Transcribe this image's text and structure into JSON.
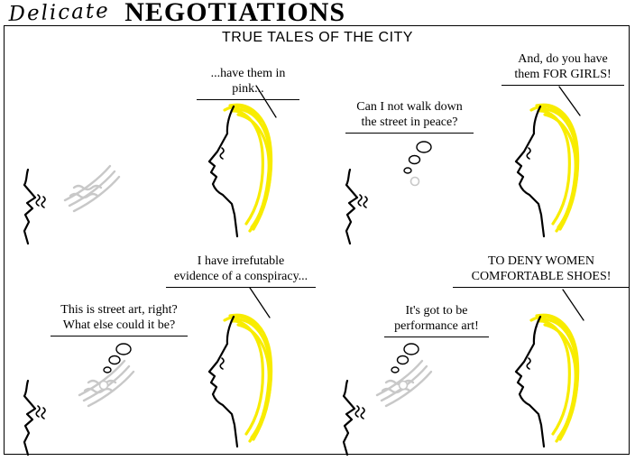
{
  "title": {
    "script": "Delicate",
    "main": "NEGOTIATIONS"
  },
  "subtitle": "TRUE TALES OF THE CITY",
  "panels": {
    "top_left": {
      "speech": "...have them in pink..."
    },
    "top_right": {
      "thought": "Can I not walk down\nthe street in peace?",
      "speech": "And, do you have\nthem FOR GIRLS!"
    },
    "bottom_left": {
      "speech": "I have irrefutable\nevidence of a conspiracy...",
      "thought": "This is street art, right?\nWhat else could it be?"
    },
    "bottom_right": {
      "speech": "TO DENY WOMEN\nCOMFORTABLE SHOES!",
      "thought": "It's got to be\nperformance art!"
    }
  },
  "colors": {
    "ink": "#000000",
    "hair_yellow": "#f8ec00",
    "sketch_gray": "#c8c8c8"
  }
}
